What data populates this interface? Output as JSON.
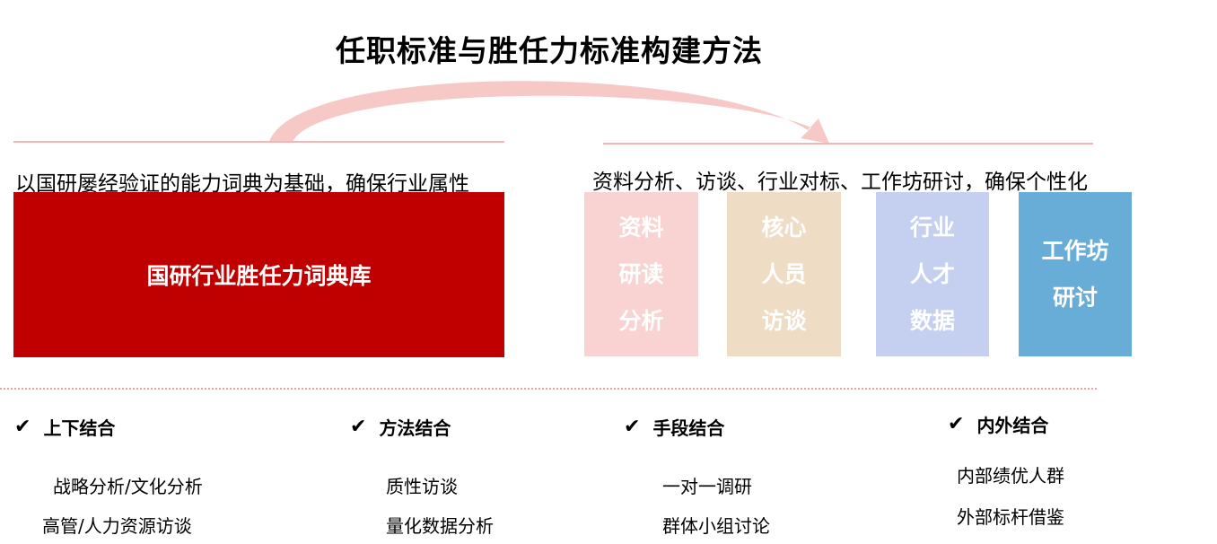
{
  "title": "任职标准与胜任力标准构建方法",
  "left": {
    "subtitle": "以国研屡经验证的能力词典为基础，确保行业属性",
    "box_label": "国研行业胜任力词典库"
  },
  "right": {
    "subtitle": "资料分析、访谈、行业对标、工作坊研讨，确保个性化",
    "cards": [
      {
        "label": "资料\n研读\n分析",
        "color": "#f8d3d1"
      },
      {
        "label": "核心\n人员\n访谈",
        "color": "#efdcc4"
      },
      {
        "label": "行业\n人才\n数据",
        "color": "#c5cfef"
      },
      {
        "label": "工作坊\n研讨",
        "color": "#68acd8"
      }
    ]
  },
  "colors": {
    "accent": "#c00000",
    "line": "#f4b6b4",
    "arc": "#f6c9c6"
  },
  "principles": [
    {
      "check": "✔",
      "heading": "上下结合",
      "items": [
        "战略分析/文化分析",
        "高管/人力资源访谈"
      ]
    },
    {
      "check": "✔",
      "heading": "方法结合",
      "items": [
        "质性访谈",
        "量化数据分析"
      ]
    },
    {
      "check": "✔",
      "heading": "手段结合",
      "items": [
        "一对一调研",
        "群体小组讨论"
      ]
    },
    {
      "check": "✔",
      "heading": "内外结合",
      "items": [
        "内部绩优人群",
        "外部标杆借鉴"
      ]
    }
  ]
}
